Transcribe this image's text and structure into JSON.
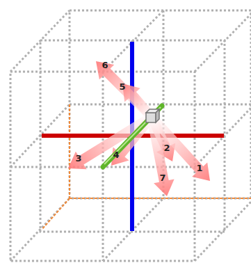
{
  "diagram": {
    "labels": [
      "6",
      "5",
      "2",
      "1",
      "3",
      "4",
      "7"
    ]
  }
}
